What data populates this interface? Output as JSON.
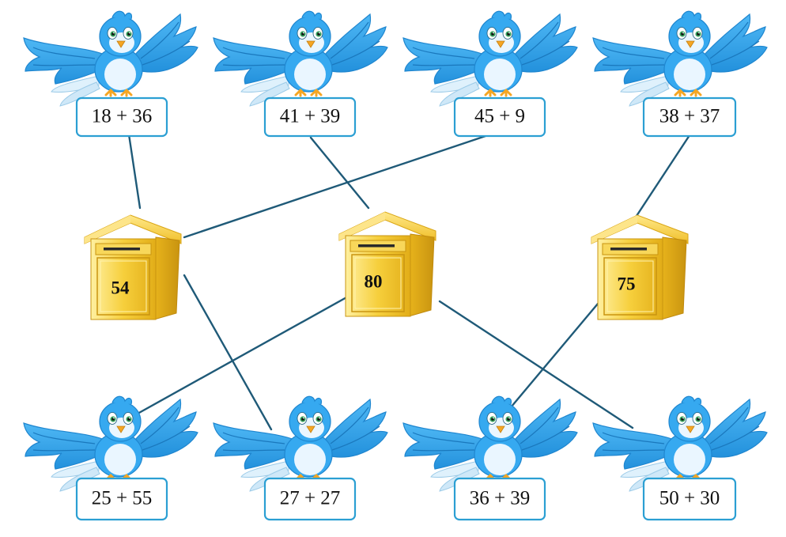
{
  "colors": {
    "bird_blue": "#36a9f0",
    "bird_blue_dark": "#1f86cf",
    "bird_belly": "#eaf6ff",
    "beak": "#f5a623",
    "card_border": "#2b9fd3",
    "line": "#1f5a78",
    "box_light": "#fbe27a",
    "box_mid": "#f3c835",
    "box_dark": "#d9a514"
  },
  "birds_top": [
    {
      "label": "18 + 36",
      "icon": "bird-icon"
    },
    {
      "label": "41 + 39",
      "icon": "bird-icon"
    },
    {
      "label": "45 + 9",
      "icon": "bird-icon"
    },
    {
      "label": "38 + 37",
      "icon": "bird-icon"
    }
  ],
  "birds_bottom": [
    {
      "label": "25 + 55",
      "icon": "bird-icon"
    },
    {
      "label": "27 + 27",
      "icon": "bird-icon"
    },
    {
      "label": "36 + 39",
      "icon": "bird-icon"
    },
    {
      "label": "50 + 30",
      "icon": "bird-icon"
    }
  ],
  "mailboxes": [
    {
      "value": "54",
      "icon": "mailbox-icon"
    },
    {
      "value": "80",
      "icon": "mailbox-icon"
    },
    {
      "value": "75",
      "icon": "mailbox-icon"
    }
  ]
}
